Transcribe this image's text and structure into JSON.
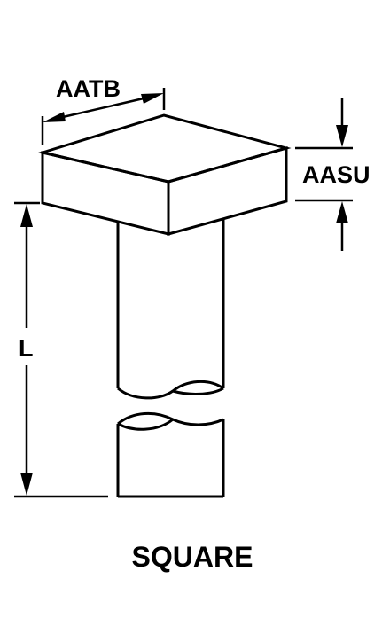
{
  "labels": {
    "head_width": "AATB",
    "head_height": "AASU",
    "length": "L",
    "shape": "SQUARE"
  },
  "colors": {
    "line": "#000000",
    "background": "#ffffff"
  }
}
